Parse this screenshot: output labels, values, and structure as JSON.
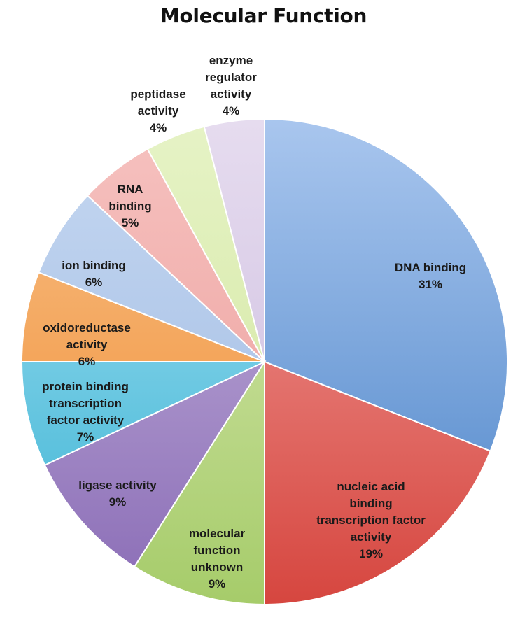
{
  "chart_data": {
    "type": "pie",
    "title": "Molecular Function",
    "slices": [
      {
        "label": "DNA binding",
        "percent": "31%",
        "value": 31,
        "color_light": "#a9c6ee",
        "color_dark": "#4a83c8"
      },
      {
        "label": "nucleic acid binding transcription factor activity",
        "percent": "19%",
        "value": 19,
        "color_light": "#f2a3a0",
        "color_dark": "#d6463f"
      },
      {
        "label": "molecular function unknown",
        "percent": "9%",
        "value": 9,
        "color_light": "#dbe9b6",
        "color_dark": "#a6cc6a"
      },
      {
        "label": "ligase activity",
        "percent": "9%",
        "value": 9,
        "color_light": "#c8b8de",
        "color_dark": "#8a6cb6"
      },
      {
        "label": "protein binding transcription factor activity",
        "percent": "7%",
        "value": 7,
        "color_light": "#a9e3f4",
        "color_dark": "#39b2d3"
      },
      {
        "label": "oxidoreductase activity",
        "percent": "6%",
        "value": 6,
        "color_light": "#f8c08a",
        "color_dark": "#ef8b2c"
      },
      {
        "label": "ion binding",
        "percent": "6%",
        "value": 6,
        "color_light": "#c6d8f1",
        "color_dark": "#9cb8e2"
      },
      {
        "label": "RNA binding",
        "percent": "5%",
        "value": 5,
        "color_light": "#f6c2c0",
        "color_dark": "#eb9a97"
      },
      {
        "label": "peptidase activity",
        "percent": "4%",
        "value": 4,
        "color_light": "#e6f3c6",
        "color_dark": "#cfe49a"
      },
      {
        "label": "enzyme regulator activity",
        "percent": "4%",
        "value": 4,
        "color_light": "#e6dcef",
        "color_dark": "#c9b8dd"
      }
    ]
  }
}
